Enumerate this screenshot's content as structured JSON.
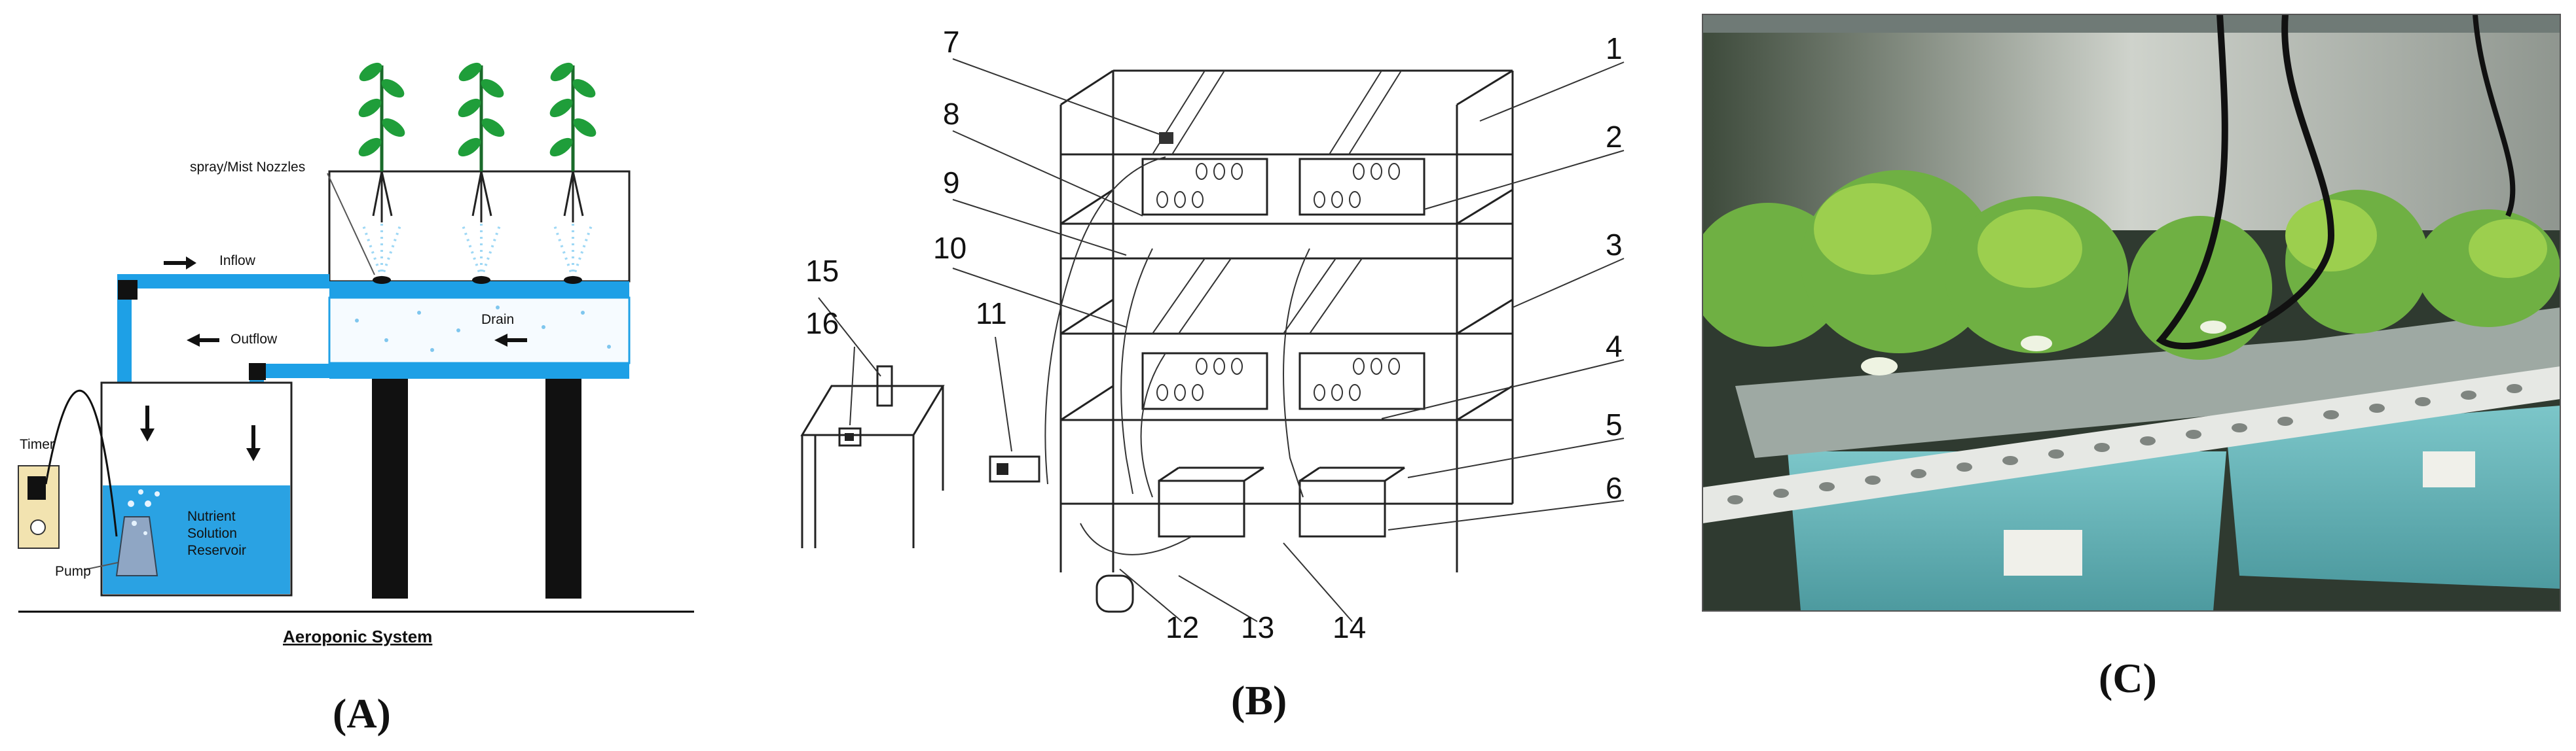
{
  "panels": [
    {
      "id": "A",
      "caption": "(A)",
      "title": "Aeroponic System",
      "labels": {
        "nozzles": "spray/Mist Nozzles",
        "inflow": "Inflow",
        "outflow": "Outflow",
        "drain": "Drain",
        "timer": "Timer",
        "pump": "Pump",
        "reservoir_l1": "Nutrient",
        "reservoir_l2": "Solution",
        "reservoir_l3": "Reservoir"
      }
    },
    {
      "id": "B",
      "caption": "(B)",
      "callouts": [
        "1",
        "2",
        "3",
        "4",
        "5",
        "6",
        "7",
        "8",
        "9",
        "10",
        "11",
        "12",
        "13",
        "14",
        "15",
        "16"
      ]
    },
    {
      "id": "C",
      "caption": "(C)"
    }
  ],
  "colors": {
    "pipe_blue": "#1ea0e6",
    "reservoir_blue": "#2aa2e3",
    "leg_black": "#111111",
    "leaf_green": "#1f9e3a",
    "bin_teal": "#7cc6c9",
    "photo_bg": "#2f3a30"
  }
}
